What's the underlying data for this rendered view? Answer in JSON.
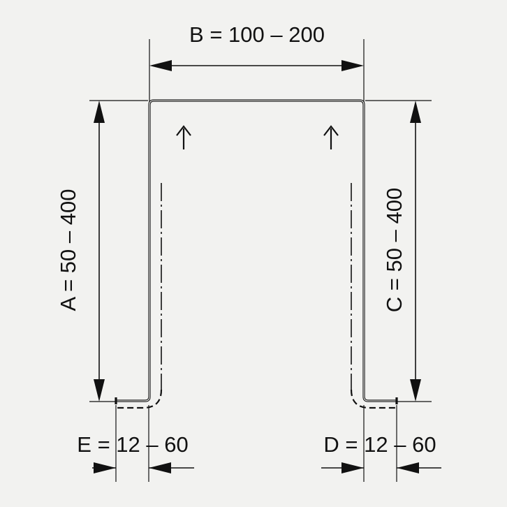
{
  "diagram": {
    "labels": {
      "B": "B = 100 – 200",
      "A": "A = 50 – 400",
      "C": "C = 50 – 400",
      "E": "E = 12 – 60",
      "D": "D = 12 – 60"
    },
    "colors": {
      "background": "#f2f2f0",
      "ink": "#111111"
    },
    "icons": [
      "arrow-up-icon",
      "arrow-up-icon"
    ]
  }
}
